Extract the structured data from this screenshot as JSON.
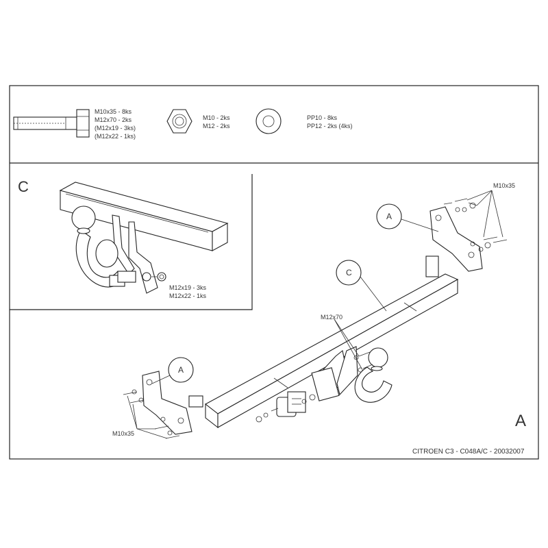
{
  "hardware": {
    "bolt_lines": [
      "M10x35 - 8ks",
      "M12x70 - 2ks",
      "(M12x19 - 3ks)",
      "(M12x22 - 1ks)"
    ],
    "nut_lines": [
      "M10 - 2ks",
      "M12 - 2ks"
    ],
    "washer_lines": [
      "PP10 - 8ks",
      "PP12 - 2ks (4ks)"
    ]
  },
  "detail": {
    "letter": "C",
    "bolt_lines": [
      "M12x19 - 3ks",
      "M12x22 - 1ks"
    ]
  },
  "main": {
    "view_letter": "A",
    "callout_a_top": "A",
    "callout_c": "C",
    "callout_a_bottom": "A",
    "label_m10_top": "M10x35",
    "label_m12": "M12x70",
    "label_m10_bottom": "M10x35",
    "footer": "CITROEN C3 - C048A/C - 20032007"
  }
}
